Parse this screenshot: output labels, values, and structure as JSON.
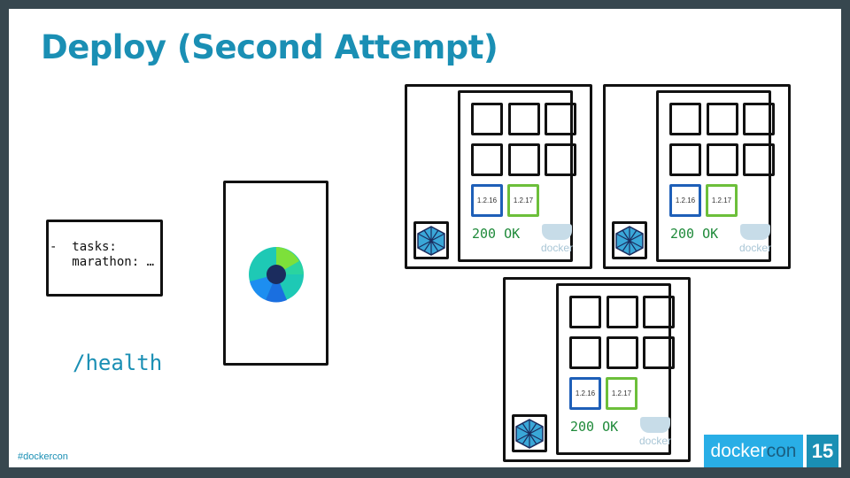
{
  "title": "Deploy (Second Attempt)",
  "config_file": {
    "lines": "-  tasks:\n   marathon: …"
  },
  "health_endpoint": "/health",
  "servers": [
    {
      "versions": [
        "1.2.16",
        "1.2.17"
      ],
      "status": "200 OK",
      "docker_label": "docker"
    },
    {
      "versions": [
        "1.2.16",
        "1.2.17"
      ],
      "status": "200 OK",
      "docker_label": "docker"
    },
    {
      "versions": [
        "1.2.16",
        "1.2.17"
      ],
      "status": "200 OK",
      "docker_label": "docker"
    }
  ],
  "footer": {
    "hashtag": "#dockercon",
    "logo_docker": "docker",
    "logo_con": "con",
    "year": "15"
  },
  "colors": {
    "accent": "#1a8fb4",
    "old_version": "#1e5fb8",
    "new_version": "#6cbf3a",
    "ok": "#1f8a3a",
    "frame": "#37474f"
  }
}
